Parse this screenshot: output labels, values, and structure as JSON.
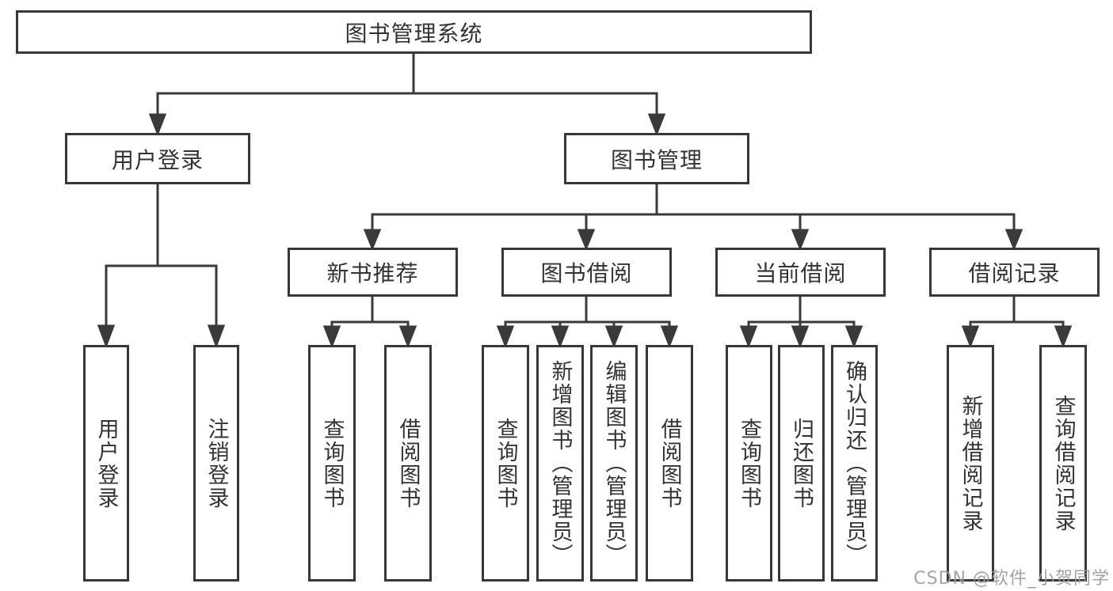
{
  "diagram": {
    "root": {
      "label": "图书管理系统"
    },
    "branches": [
      {
        "label": "用户登录",
        "children": [
          {
            "label": "用户登录"
          },
          {
            "label": "注销登录"
          }
        ]
      },
      {
        "label": "图书管理",
        "children": [
          {
            "label": "新书推荐",
            "children": [
              {
                "label": "查询图书"
              },
              {
                "label": "借阅图书"
              }
            ]
          },
          {
            "label": "图书借阅",
            "children": [
              {
                "label": "查询图书"
              },
              {
                "label": "新增图书（管理员）"
              },
              {
                "label": "编辑图书（管理员）"
              },
              {
                "label": "借阅图书"
              }
            ]
          },
          {
            "label": "当前借阅",
            "children": [
              {
                "label": "查询图书"
              },
              {
                "label": "归还图书"
              },
              {
                "label": "确认归还（管理员）"
              }
            ]
          },
          {
            "label": "借阅记录",
            "children": [
              {
                "label": "新增借阅记录"
              },
              {
                "label": "查询借阅记录"
              }
            ]
          }
        ]
      }
    ]
  },
  "watermark": {
    "text": "CSDN @软件_小贺同学"
  },
  "colors": {
    "line": "#3a3a3a",
    "border": "#383838",
    "text": "#333333",
    "watermark": "#9b9b9b",
    "background": "#ffffff"
  }
}
